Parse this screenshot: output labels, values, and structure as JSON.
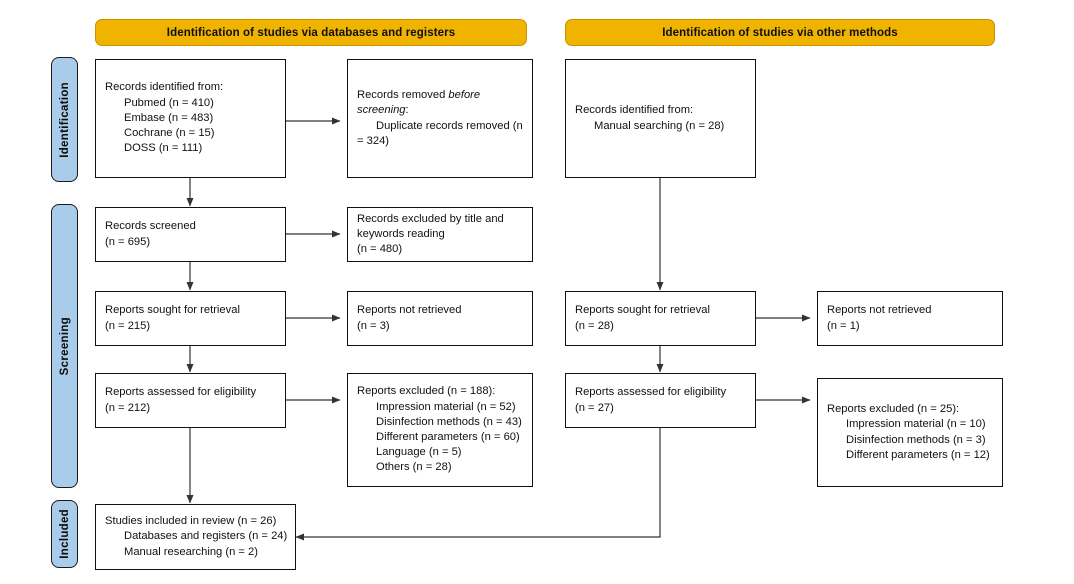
{
  "diagram": {
    "type": "prisma-flow-diagram",
    "headers": [
      {
        "id": "db-registers",
        "label": "Identification of studies via databases and registers"
      },
      {
        "id": "other-methods",
        "label": "Identification of studies via other methods"
      }
    ],
    "stage_labels": [
      {
        "id": "identification",
        "label": "Identification"
      },
      {
        "id": "screening",
        "label": "Screening"
      },
      {
        "id": "included",
        "label": "Included"
      }
    ],
    "colors": {
      "header_fill": "#F0B400",
      "stage_fill": "#A8CCE9",
      "box_border": "#111111",
      "connector": "#333333",
      "background": "#FFFFFF"
    },
    "boxes": {
      "records_identified_db": {
        "lines": [
          {
            "text": "Records identified from:",
            "indent": false
          },
          {
            "text": "Pubmed (n = 410)",
            "indent": true
          },
          {
            "text": "Embase (n = 483)",
            "indent": true
          },
          {
            "text": "Cochrane (n = 15)",
            "indent": true
          },
          {
            "text": "DOSS (n = 111)",
            "indent": true
          }
        ]
      },
      "records_removed": {
        "lines": [
          {
            "text": "Records removed ",
            "indent": false,
            "italic_tail": "before"
          },
          {
            "text": "",
            "indent": false,
            "italic_lead": "screening",
            "tail": ":"
          },
          {
            "text": "Duplicate records removed (n",
            "indent": true
          },
          {
            "text": "= 324)",
            "indent": true
          }
        ]
      },
      "records_screened": {
        "lines": [
          {
            "text": "Records screened",
            "indent": false
          },
          {
            "text": "(n = 695)",
            "indent": false
          }
        ]
      },
      "records_excluded": {
        "lines": [
          {
            "text": "Records excluded by title and",
            "indent": false
          },
          {
            "text": "keywords reading",
            "indent": false
          },
          {
            "text": "(n = 480)",
            "indent": false
          }
        ]
      },
      "reports_sought_db": {
        "lines": [
          {
            "text": "Reports sought for retrieval",
            "indent": false
          },
          {
            "text": "(n = 215)",
            "indent": false
          }
        ]
      },
      "reports_not_retrieved_db": {
        "lines": [
          {
            "text": "Reports not retrieved",
            "indent": false
          },
          {
            "text": "(n = 3)",
            "indent": false
          }
        ]
      },
      "reports_assessed_db": {
        "lines": [
          {
            "text": "Reports assessed for eligibility",
            "indent": false
          },
          {
            "text": "(n = 212)",
            "indent": false
          }
        ]
      },
      "reports_excluded_db": {
        "lines": [
          {
            "text": "Reports excluded (n = 188):",
            "indent": false
          },
          {
            "text": "Impression material (n = 52)",
            "indent": true
          },
          {
            "text": "Disinfection methods (n = 43)",
            "indent": true
          },
          {
            "text": "Different parameters (n = 60)",
            "indent": true
          },
          {
            "text": "Language (n = 5)",
            "indent": true
          },
          {
            "text": "Others (n = 28)",
            "indent": true
          }
        ]
      },
      "records_identified_other": {
        "lines": [
          {
            "text": "Records identified from:",
            "indent": false
          },
          {
            "text": "Manual searching (n = 28)",
            "indent": true
          }
        ]
      },
      "reports_sought_other": {
        "lines": [
          {
            "text": "Reports sought for retrieval",
            "indent": false
          },
          {
            "text": "(n = 28)",
            "indent": false
          }
        ]
      },
      "reports_not_retrieved_other": {
        "lines": [
          {
            "text": "Reports not retrieved",
            "indent": false
          },
          {
            "text": "(n = 1)",
            "indent": false
          }
        ]
      },
      "reports_assessed_other": {
        "lines": [
          {
            "text": "Reports assessed for eligibility",
            "indent": false
          },
          {
            "text": "(n = 27)",
            "indent": false
          }
        ]
      },
      "reports_excluded_other": {
        "lines": [
          {
            "text": "Reports excluded (n = 25):",
            "indent": false
          },
          {
            "text": "Impression material (n = 10)",
            "indent": true
          },
          {
            "text": "Disinfection methods (n = 3)",
            "indent": true
          },
          {
            "text": "Different parameters (n = 12)",
            "indent": true
          }
        ]
      },
      "studies_included": {
        "lines": [
          {
            "text": "Studies included in review (n = 26)",
            "indent": false
          },
          {
            "text": "Databases and registers (n = 24)",
            "indent": true
          },
          {
            "text": "Manual researching (n = 2)",
            "indent": true
          }
        ]
      }
    }
  }
}
